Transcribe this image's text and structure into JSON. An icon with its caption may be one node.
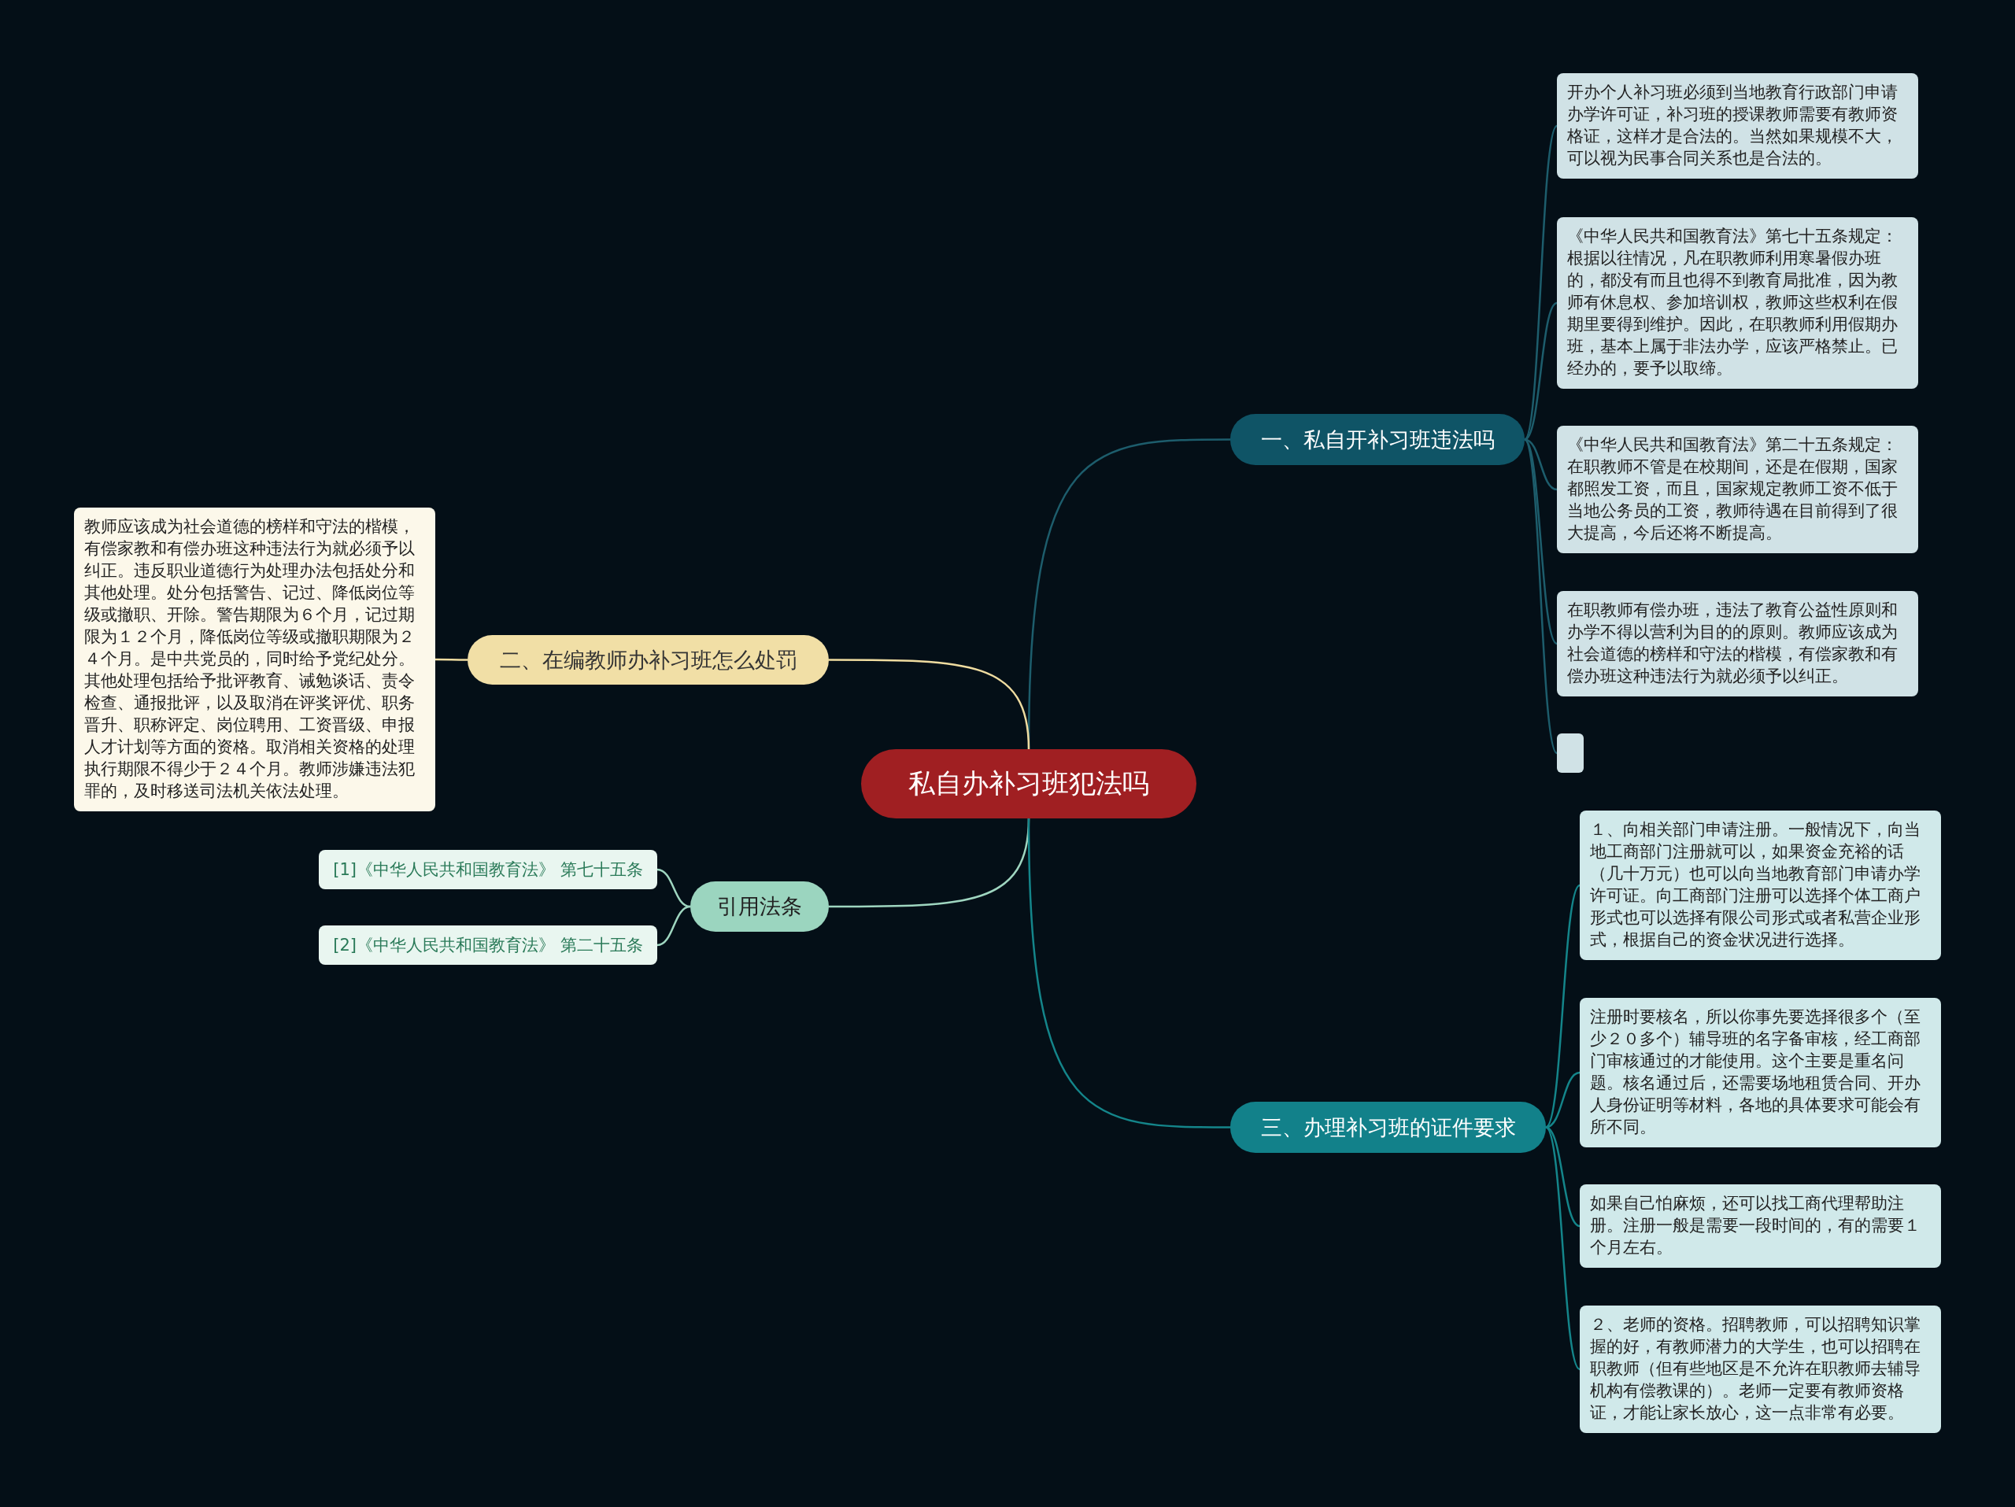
{
  "diagram": {
    "nodes": [
      {
        "text": [
          "私自办补习班犯法吗"
        ]
      },
      {
        "text": [
          "一、私自开补习班违法吗"
        ]
      },
      {
        "text": [
          "开办个人补习班必须到当地教育行政部门申请办学许可证，补习班的授课教师需要有教师资格证，这样才是合法的。当然如果规模不大，可以视为民事合同关系也是合法的。"
        ]
      },
      {
        "text": [
          "《中华人民共和国教育法》第七十五条规定：根据以往情况，凡在职教师利用寒暑假办班的，都没有而且也得不到教育局批准，因为教师有休息权、参加培训权，教师这些权利在假期里要得到维护。因此，在职教师利用假期办班，基本上属于非法办学，应该严格禁止。已经办的，要予以取缔。"
        ]
      },
      {
        "text": [
          "《中华人民共和国教育法》第二十五条规定：在职教师不管是在校期间，还是在假期，国家都照发工资，而且，国家规定教师工资不低于当地公务员的工资，教师待遇在目前得到了很大提高，今后还将不断提高。"
        ]
      },
      {
        "text": [
          "在职教师有偿办班，违法了教育公益性原则和办学不得以营利为目的的原则。教师应该成为社会道德的榜样和守法的楷模，有偿家教和有偿办班这种违法行为就必须予以纠正。"
        ]
      },
      {
        "text": [],
        "shape": "box"
      },
      {
        "text": [
          "二、在编教师办补习班怎么处罚"
        ]
      },
      {
        "text": [
          "教师应该成为社会道德的榜样和守法的楷模，有偿家教和有偿办班这种违法行为就必须予以纠正。违反职业道德行为处理办法包括处分和其他处理。处分包括警告、记过、降低岗位等级或撤职、开除。警告期限为６个月，记过期限为１２个月，降低岗位等级或撤职期限为２４个月。是中共党员的，同时给予党纪处分。其他处理包括给予批评教育、诫勉谈话、责令检查、通报批评，以及取消在评奖评优、职务晋升、职称评定、岗位聘用、工资晋级、申报人才计划等方面的资格。取消相关资格的处理执行期限不得少于２４个月。教师涉嫌违法犯罪的，及时移送司法机关依法处理。"
        ]
      },
      {
        "text": [
          "引用法条"
        ]
      },
      {
        "text": [
          "[1]《中华人民共和国教育法》 第七十五条"
        ]
      },
      {
        "text": [
          "[2]《中华人民共和国教育法》 第二十五条"
        ]
      },
      {
        "text": [
          "三、办理补习班的证件要求"
        ]
      },
      {
        "text": [
          "１、向相关部门申请注册。一般情况下，向当地工商部门注册就可以，如果资金充裕的话（几十万元）也可以向当地教育部门申请办学许可证。向工商部门注册可以选择个体工商户形式也可以选择有限公司形式或者私营企业形式，根据自己的资金状况进行选择。"
        ]
      },
      {
        "text": [
          "注册时要核名，所以你事先要选择很多个（至少２０多个）辅导班的名字备审核，经工商部门审核通过的才能使用。这个主要是重名问题。核名通过后，还需要场地租赁合同、开办人身份证明等材料，各地的具体要求可能会有所不同。"
        ]
      },
      {
        "text": [
          "如果自己怕麻烦，还可以找工商代理帮助注册。注册一般是需要一段时间的，有的需要１个月左右。"
        ]
      },
      {
        "text": [
          "２、老师的资格。招聘教师，可以招聘知识掌握的好，有教师潜力的大学生，也可以招聘在职教师（但有些地区是不允许在职教师去辅导机构有偿教课的）。老师一定要有教师资格证，才能让家长放心，这一点非常有必要。"
        ]
      }
    ],
    "edges": [
      {
        "from": 0,
        "to": 1,
        "arrow": "none",
        "color": "#1d5d6c"
      },
      {
        "from": 1,
        "to": 2,
        "arrow": "none",
        "color": "#1d5d6c"
      },
      {
        "from": 1,
        "to": 3,
        "arrow": "none",
        "color": "#1d5d6c"
      },
      {
        "from": 1,
        "to": 4,
        "arrow": "none",
        "color": "#1d5d6c"
      },
      {
        "from": 1,
        "to": 5,
        "arrow": "none",
        "color": "#1d5d6c"
      },
      {
        "from": 1,
        "to": 6,
        "arrow": "none",
        "color": "#1d5d6c"
      },
      {
        "from": 0,
        "to": 7,
        "arrow": "none",
        "color": "#efdca0"
      },
      {
        "from": 7,
        "to": 8,
        "arrow": "none",
        "color": "#efdca0"
      },
      {
        "from": 0,
        "to": 9,
        "arrow": "none",
        "color": "#9fd6c0"
      },
      {
        "from": 9,
        "to": 10,
        "arrow": "none",
        "color": "#9fd6c0"
      },
      {
        "from": 9,
        "to": 11,
        "arrow": "none",
        "color": "#9fd6c0"
      },
      {
        "from": 0,
        "to": 12,
        "arrow": "none",
        "color": "#14858a"
      },
      {
        "from": 12,
        "to": 13,
        "arrow": "none",
        "color": "#14858a"
      },
      {
        "from": 12,
        "to": 14,
        "arrow": "none",
        "color": "#14858a"
      },
      {
        "from": 12,
        "to": 15,
        "arrow": "none",
        "color": "#14858a"
      },
      {
        "from": 12,
        "to": 16,
        "arrow": "none",
        "color": "#14858a"
      }
    ]
  }
}
